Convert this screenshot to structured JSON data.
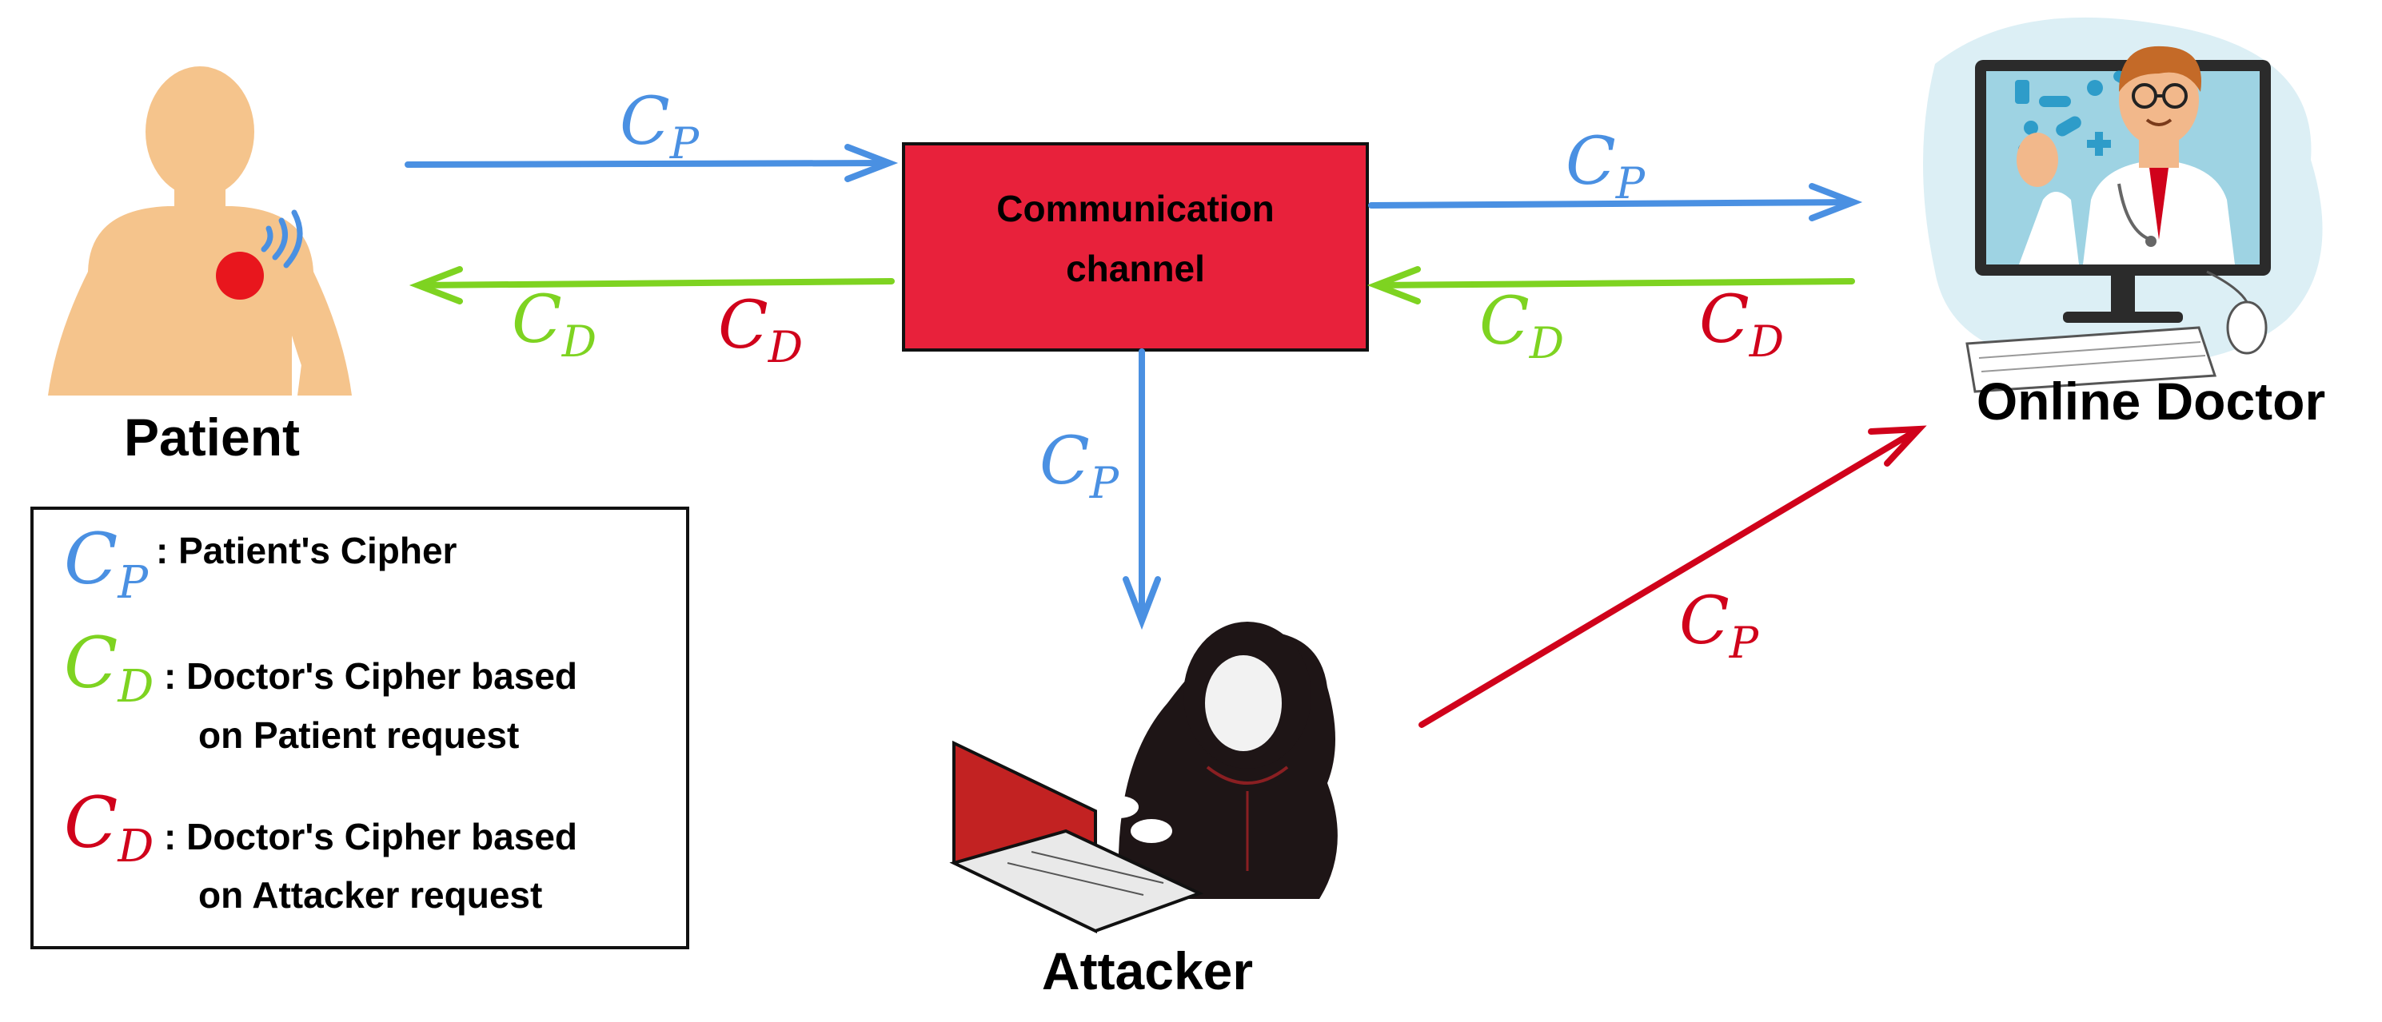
{
  "colors": {
    "blue": "#4A90E2",
    "green": "#7ED321",
    "red": "#D0021B",
    "channel_fill": "#E8213B",
    "skin": "#F5C48C",
    "implant": "#E8161D"
  },
  "actors": {
    "patient": "Patient",
    "doctor": "Online Doctor",
    "attacker": "Attacker"
  },
  "channel": {
    "line1": "Communication",
    "line2": "channel"
  },
  "symbols": {
    "cp_letter": "C",
    "cp_sub": "P",
    "cd_letter": "C",
    "cd_sub": "D"
  },
  "legend": [
    {
      "color": "blue",
      "letter": "C",
      "sub": "P",
      "line1": ": Patient's Cipher",
      "line2": ""
    },
    {
      "color": "green",
      "letter": "C",
      "sub": "D",
      "line1": ": Doctor's Cipher based",
      "line2": "on Patient request"
    },
    {
      "color": "red",
      "letter": "C",
      "sub": "D",
      "line1": ": Doctor's Cipher based",
      "line2": "on Attacker request"
    }
  ],
  "icons": {
    "patient": "patient-body-icon",
    "implant": "implant-wireless-icon",
    "doctor": "doctor-computer-icon",
    "attacker": "hacker-laptop-icon"
  }
}
